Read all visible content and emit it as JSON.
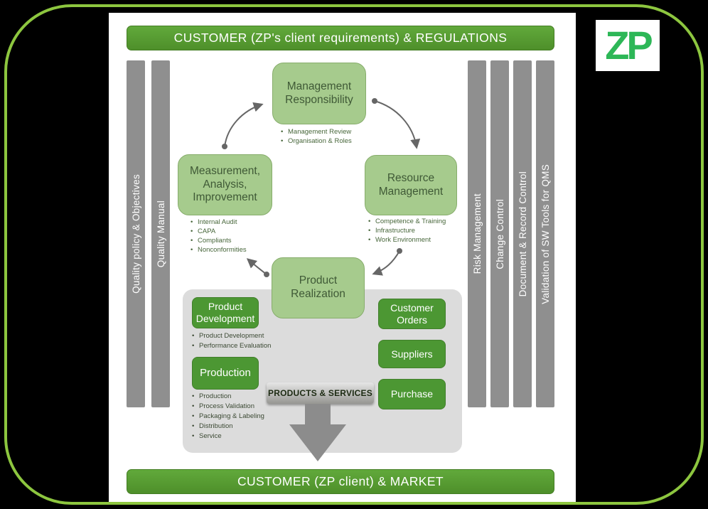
{
  "logo": {
    "text": "ZP"
  },
  "banners": {
    "top": "CUSTOMER (ZP's client requirements) & REGULATIONS",
    "bottom": "CUSTOMER (ZP client) & MARKET"
  },
  "side_bars": {
    "left": [
      {
        "label": "Quality policy & Objectives"
      },
      {
        "label": "Quality Manual"
      }
    ],
    "right": [
      {
        "label": "Risk Management"
      },
      {
        "label": "Change Control"
      },
      {
        "label": "Document & Record Control"
      },
      {
        "label": "Validation of SW Tools for QMS"
      }
    ]
  },
  "cycle": {
    "management_responsibility": {
      "title": "Management\nResponsibility",
      "bullets": [
        "Management Review",
        "Organisation & Roles"
      ]
    },
    "measurement_analysis_improvement": {
      "title": "Measurement,\nAnalysis,\nImprovement",
      "bullets": [
        "Internal Audit",
        "CAPA",
        "Compliants",
        "Nonconformities"
      ]
    },
    "resource_management": {
      "title": "Resource\nManagement",
      "bullets": [
        "Competence & Training",
        "Infrastructure",
        "Work Environment"
      ]
    },
    "product_realization": {
      "title": "Product\nRealization"
    }
  },
  "operations_panel": {
    "product_development": {
      "label": "Product\nDevelopment",
      "bullets": [
        "Product Development",
        "Performance Evaluation"
      ]
    },
    "production": {
      "label": "Production",
      "bullets": [
        "Production",
        "Process Validation",
        "Packaging & Labeling",
        "Distribution",
        "Service"
      ]
    },
    "products_services_label": "PRODUCTS & SERVICES",
    "side_buttons": [
      {
        "label": "Customer\nOrders"
      },
      {
        "label": "Suppliers"
      },
      {
        "label": "Purchase"
      }
    ]
  },
  "colors": {
    "banner_green": "#4e8f2a",
    "box_light_green": "#a6cb8d",
    "button_green": "#4c9733",
    "bar_gray": "#8f8f8f",
    "panel_gray": "#dcdcdc",
    "frame_green": "#8dc63f",
    "logo_green": "#2db757"
  }
}
